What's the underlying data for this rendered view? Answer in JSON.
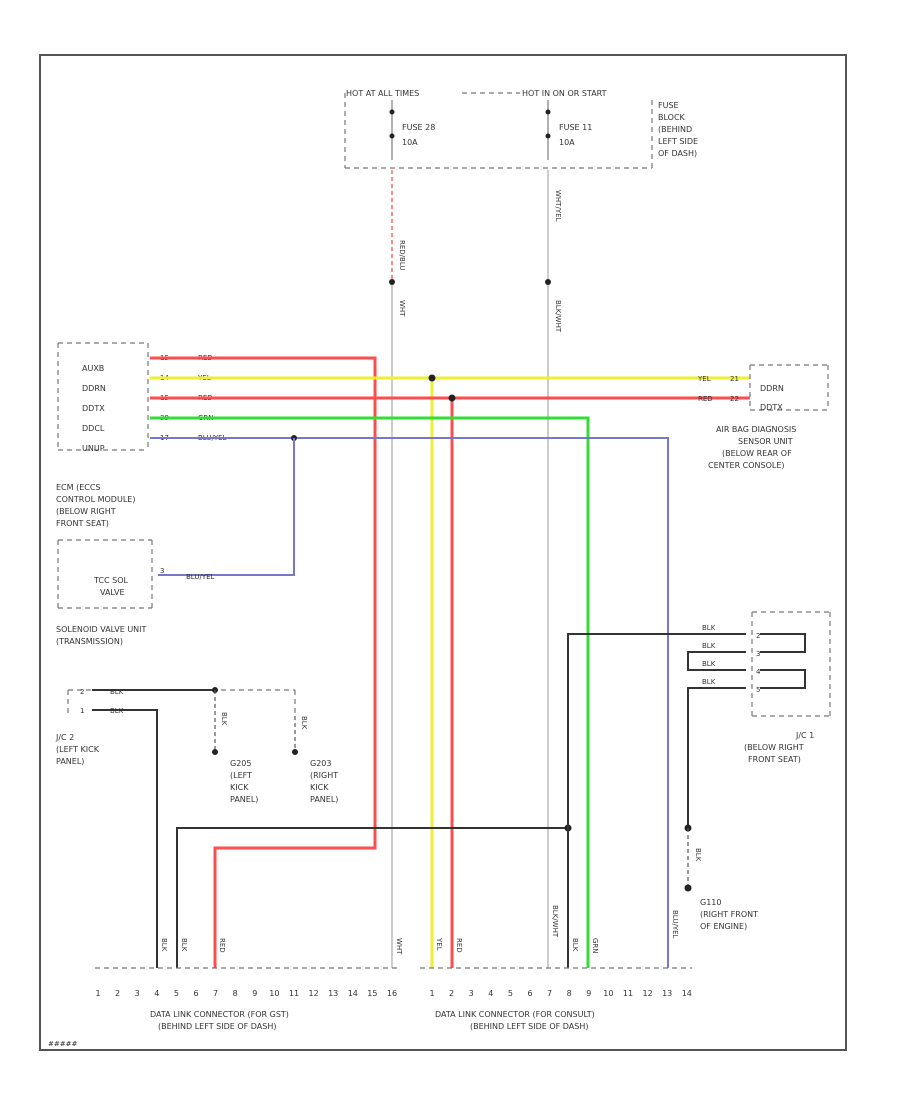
{
  "fuse_block": {
    "hot_always": "HOT AT ALL TIMES",
    "hot_ignition": "HOT IN ON OR START",
    "fuse1_name": "FUSE 28",
    "fuse1_rating": "10A",
    "fuse2_name": "FUSE 11",
    "fuse2_rating": "10A",
    "location": [
      "FUSE",
      "BLOCK",
      "(BEHIND",
      "LEFT SIDE",
      "OF DASH)"
    ],
    "wire1_color": "RED/BLU",
    "wire2_color": "WHT/YEL",
    "wire1_below": "WHT",
    "wire2_below": "BLK/WHT"
  },
  "ecm": {
    "pins": [
      "AUXB",
      "DDRN",
      "DDTX",
      "DDCL",
      "UNUP"
    ],
    "pin_nums": [
      "15",
      "14",
      "15",
      "39",
      "17"
    ],
    "wires": [
      "RED",
      "YEL",
      "RED",
      "GRN",
      "BLU/YEL"
    ],
    "caption": [
      "ECM (ECCS",
      "CONTROL MODULE)",
      "(BELOW RIGHT",
      "FRONT SEAT)"
    ]
  },
  "airbag": {
    "pins": [
      "DDRN",
      "DDTX"
    ],
    "pin_nums": [
      "21",
      "22"
    ],
    "wires": [
      "YEL",
      "RED"
    ],
    "caption": [
      "AIR BAG DIAGNOSIS",
      "SENSOR UNIT",
      "(BELOW REAR OF",
      "CENTER CONSOLE)"
    ]
  },
  "solenoid": {
    "label": [
      "TCC SOL",
      "VALVE"
    ],
    "pin": "3",
    "wire": "BLU/YEL",
    "caption": [
      "SOLENOID VALVE UNIT",
      "(TRANSMISSION)"
    ]
  },
  "jc2": {
    "pins": [
      "2",
      "1"
    ],
    "wires": [
      "BLK",
      "BLK"
    ],
    "caption": [
      "J/C 2",
      "(LEFT KICK",
      "PANEL)"
    ],
    "ground_wires": [
      "BLK",
      "BLK"
    ]
  },
  "grounds": {
    "g205_caption": [
      "G205",
      "(LEFT",
      "KICK",
      "PANEL)"
    ],
    "g203_caption": [
      "G203",
      "(RIGHT",
      "KICK",
      "PANEL)"
    ],
    "g110_caption": [
      "G110",
      "(RIGHT FRONT",
      "OF ENGINE)"
    ],
    "g110_wire": "BLK"
  },
  "jc1": {
    "pins": [
      "2",
      "3",
      "4",
      "5"
    ],
    "wires": [
      "BLK",
      "BLK",
      "BLK",
      "BLK"
    ],
    "caption": [
      "J/C 1",
      "(BELOW RIGHT",
      "FRONT SEAT)"
    ]
  },
  "dlc1": {
    "pins": [
      "1",
      "2",
      "3",
      "4",
      "5",
      "6",
      "7",
      "8",
      "9",
      "10",
      "11",
      "12",
      "13",
      "14",
      "15",
      "16"
    ],
    "wires": [
      "BLK",
      "BLK",
      "RED",
      "WHT"
    ],
    "caption": [
      "DATA LINK CONNECTOR (FOR GST)",
      "(BEHIND LEFT SIDE OF DASH)"
    ]
  },
  "dlc2": {
    "pins": [
      "1",
      "2",
      "3",
      "4",
      "5",
      "6",
      "7",
      "8",
      "9",
      "10",
      "11",
      "12",
      "13",
      "14"
    ],
    "wires": [
      "YEL",
      "RED",
      "BLK/WHT",
      "BLK",
      "GRN",
      "BLU/YEL"
    ],
    "caption": [
      "DATA LINK CONNECTOR (FOR CONSULT)",
      "(BEHIND LEFT SIDE OF DASH)"
    ]
  },
  "footer_code": "#####",
  "colors": {
    "red": "#ff4d4d",
    "yellow": "#eeee33",
    "green": "#33dd33",
    "blue": "#7777cc",
    "black": "#333333"
  }
}
